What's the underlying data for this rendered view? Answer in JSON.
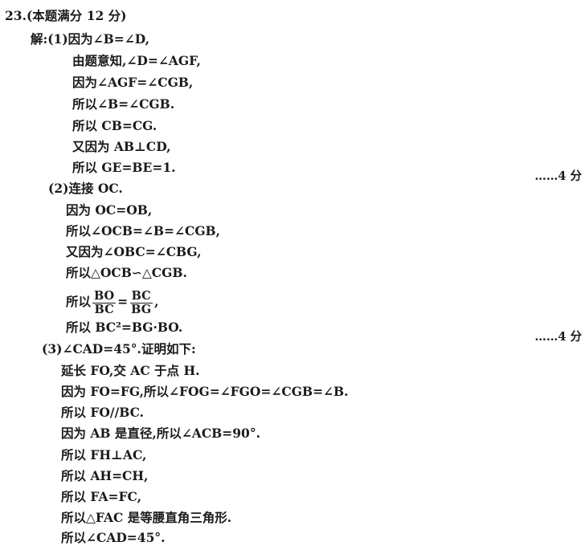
{
  "problem": {
    "header": "23.(本题满分 12 分)",
    "lines": [
      "解:(1)因为∠B=∠D,",
      "由题意知,∠D=∠AGF,",
      "因为∠AGF=∠CGB,",
      "所以∠B=∠CGB.",
      "所以 CB=CG.",
      "又因为 AB⊥CD,",
      "所以 GE=BE=1.",
      "(2)连接 OC.",
      "因为 OC=OB,",
      "所以∠OCB=∠B=∠CGB,",
      "又因为∠OBC=∠CBG,",
      "所以△OCB∽△CGB.",
      "所以",
      "所以 BC²=BG·BO.",
      "(3)∠CAD=45°.证明如下:",
      "延长 FO,交 AC 于点 H.",
      "因为 FO=FG,所以∠FOG=∠FGO=∠CGB=∠B.",
      "所以 FO//BC.",
      "因为 AB 是直径,所以∠ACB=90°.",
      "所以 FH⊥AC,",
      "所以 AH=CH,",
      "所以 FA=FC,",
      "所以△FAC 是等腰直角三角形.",
      "所以∠CAD=45°."
    ],
    "fraction": {
      "left_num": "BO",
      "left_den": "BC",
      "equals": "=",
      "right_num": "BC",
      "right_den": "BG",
      "tail": ","
    },
    "scores": [
      "……4 分",
      "……4 分"
    ]
  }
}
